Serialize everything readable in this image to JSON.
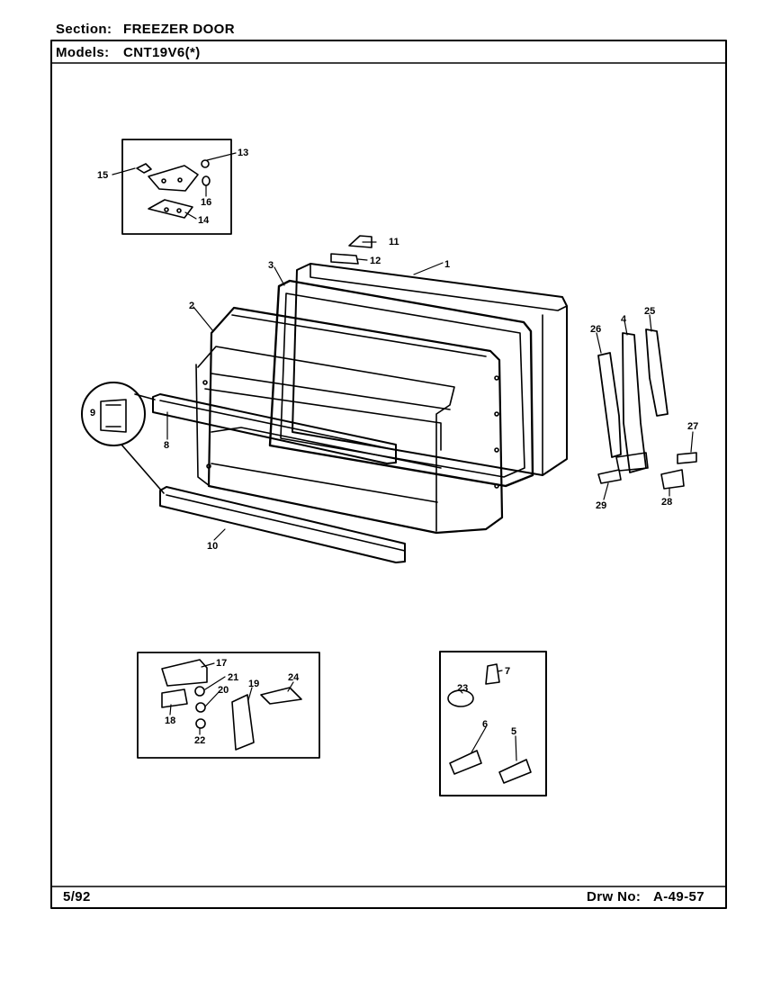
{
  "header": {
    "section_label": "Section:",
    "section_value": "FREEZER DOOR",
    "models_label": "Models:",
    "models_value": "CNT19V6(*)"
  },
  "footer": {
    "date": "5/92",
    "drawing_label": "Drw No:",
    "drawing_number": "A-49-57"
  },
  "callouts": [
    "1",
    "2",
    "3",
    "4",
    "5",
    "6",
    "7",
    "8",
    "9",
    "10",
    "11",
    "12",
    "13",
    "14",
    "15",
    "16",
    "17",
    "18",
    "19",
    "20",
    "21",
    "22",
    "23",
    "24",
    "25",
    "26",
    "27",
    "28",
    "29"
  ]
}
